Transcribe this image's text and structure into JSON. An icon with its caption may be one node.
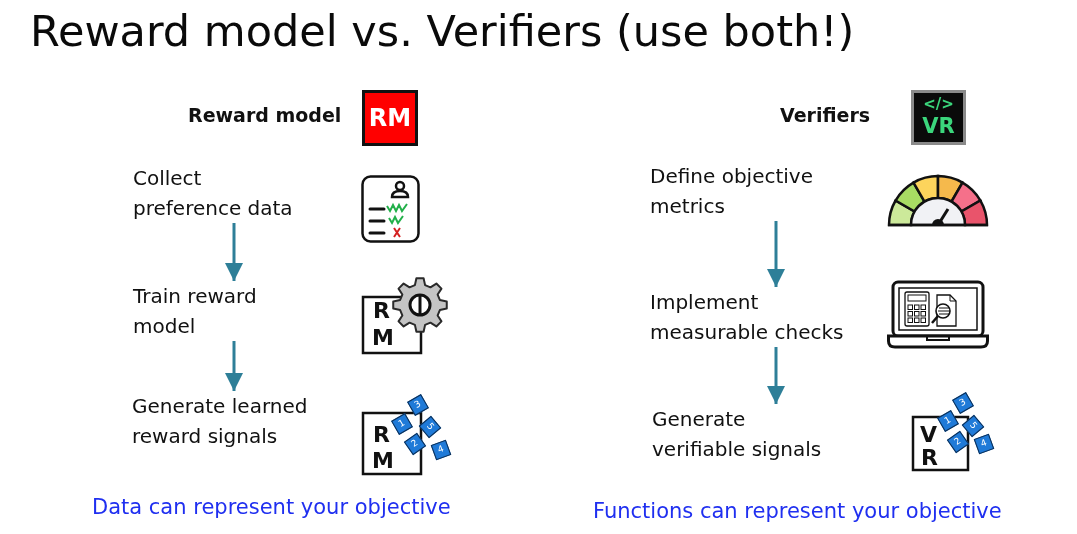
{
  "diagram": {
    "title": "Reward model vs. Verifiers (use both!)",
    "nodes": [
      {
        "text": [
          "Collect preference data"
        ]
      },
      {
        "text": [
          "Train reward model"
        ]
      },
      {
        "text": [
          "Generate learned reward signals"
        ]
      },
      {
        "text": [
          "Define objective metrics"
        ]
      },
      {
        "text": [
          "Implement measurable checks"
        ]
      },
      {
        "text": [
          "Generate verifiable signals"
        ]
      }
    ],
    "edges": [
      {
        "from": 0,
        "to": 1,
        "arrow": "to"
      },
      {
        "from": 1,
        "to": 2,
        "arrow": "to"
      },
      {
        "from": 3,
        "to": 4,
        "arrow": "to"
      },
      {
        "from": 4,
        "to": 5,
        "arrow": "to"
      }
    ],
    "labels": [
      "Reward model",
      "RM",
      "Verifiers",
      "</>",
      "VR",
      "R",
      "M",
      "R",
      "M",
      "3",
      "1",
      "5",
      "2",
      "4",
      "V",
      "R",
      "3",
      "1",
      "5",
      "2",
      "4",
      "Data can represent your objective",
      "Functions can represent your objective"
    ]
  }
}
